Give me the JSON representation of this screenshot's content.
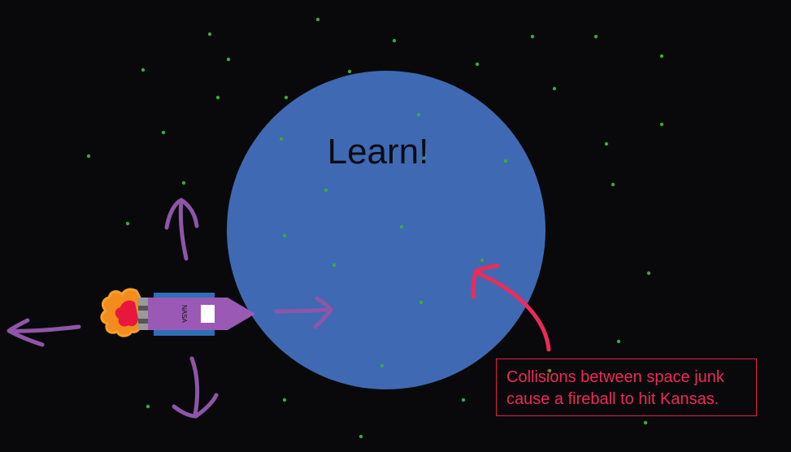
{
  "planet": {
    "title": "Learn!",
    "color": "#3f6ab3"
  },
  "rocket": {
    "label": "NASA",
    "body_color": "#9b59b6",
    "band_color": "#2f6fb8"
  },
  "caption": {
    "lines": [
      "Collisions between space junk",
      "cause a fireball to hit Kansas."
    ],
    "color": "#ee2a58"
  },
  "colors": {
    "background": "#09090b",
    "stars": "#3ca83c",
    "arrows": "#8e55a8"
  },
  "icons": [
    "rocket-icon",
    "flame-icon",
    "arrow-up-icon",
    "arrow-down-icon",
    "arrow-left-icon",
    "arrow-right-icon",
    "curved-arrow-icon"
  ]
}
